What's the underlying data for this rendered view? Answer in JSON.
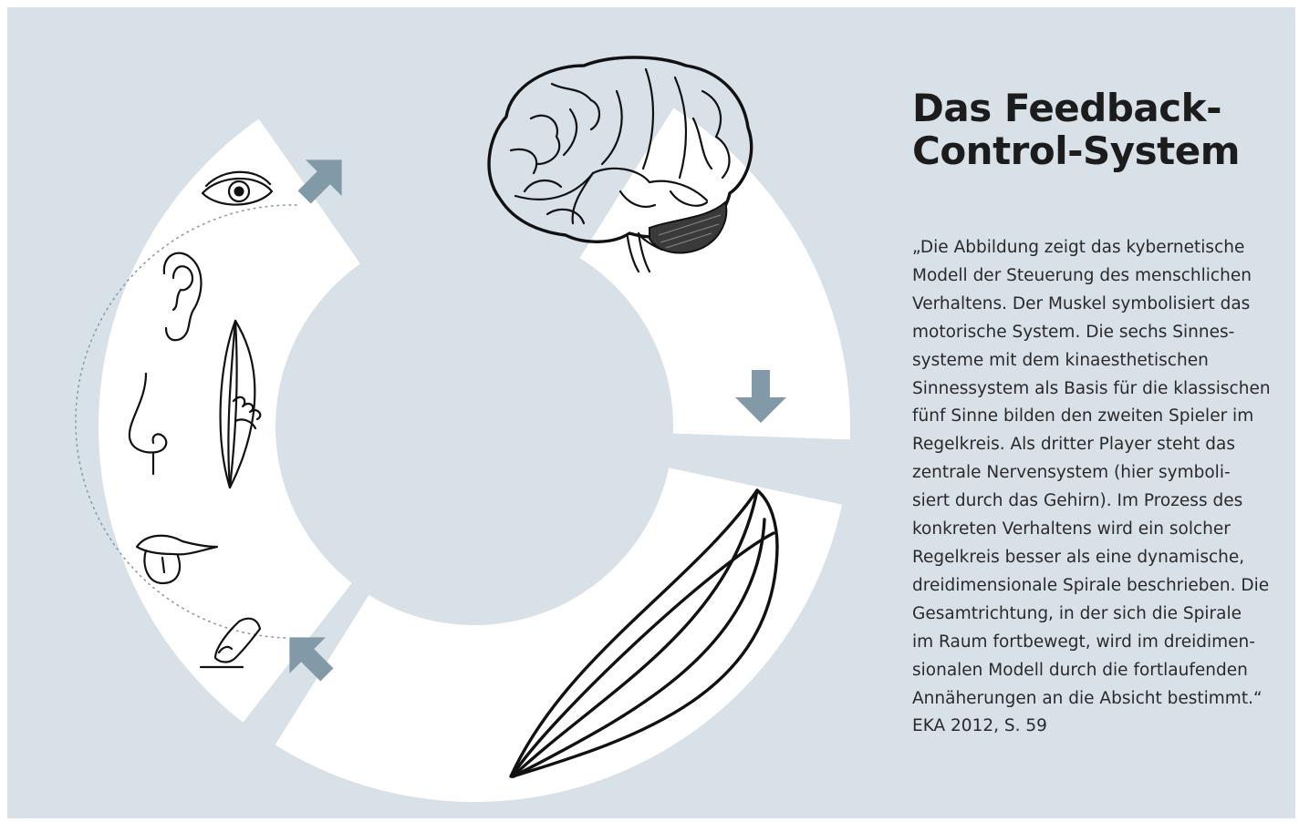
{
  "title": "Das Feedback-\nControl-System",
  "quote": "„Die Abbildung zeigt das kybernetische\nModell der Steuerung des menschlichen\nVerhaltens. Der Muskel symbolisiert das\nmotorische System. Die sechs Sinnes-\nsysteme mit dem kinaesthetischen\nSinnessystem als Basis für die klassischen\nfünf Sinne bilden den zweiten Spieler im\nRegelkreis. Als dritter Player steht das\nzentrale Nervensystem (hier symboli-\nsiert durch das Gehirn). Im Prozess des\nkonkreten Verhaltens wird ein solcher\nRegelkreis besser als eine dynamische,\ndreidimensionale Spirale beschrieben. Die\nGesamtrichtung, in der sich die Spirale\nim Raum fortbewegt, wird im dreidimen-\nsionalen Modell durch die fortlaufenden\nAnnäherungen an die Absicht bestimmt.“\nEKA 2012, S. 59",
  "colors": {
    "background": "#d8e0e8",
    "ring": "#ffffff",
    "arrow": "#8299a8",
    "ink": "#111111"
  },
  "diagram": {
    "segments": [
      "sense-organs",
      "brain",
      "muscle"
    ],
    "sense_icons": [
      "eye-icon",
      "ear-icon",
      "nose-icon",
      "mouth-icon",
      "finger-touch-icon",
      "muscle-spindle-icon"
    ],
    "arrows": [
      "arrow-senses-to-brain",
      "arrow-brain-to-muscle",
      "arrow-muscle-to-senses"
    ]
  }
}
